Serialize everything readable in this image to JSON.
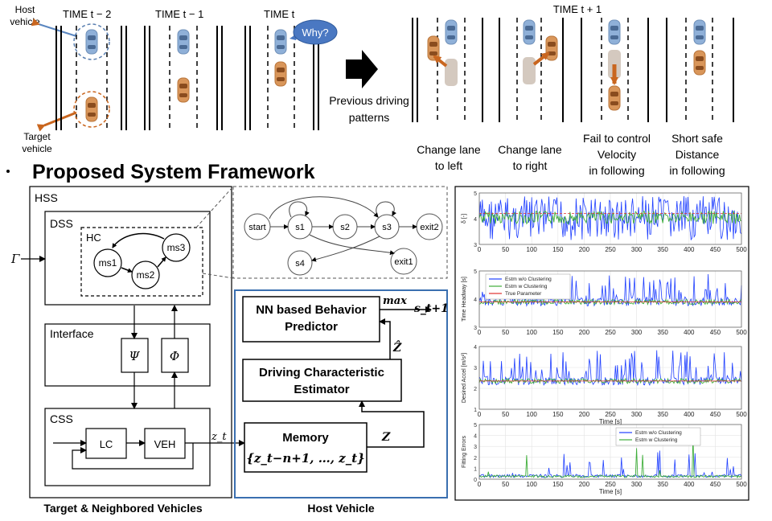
{
  "top": {
    "host_vehicle": [
      "Host",
      "vehicle"
    ],
    "target_vehicle": [
      "Target",
      "vehicle"
    ],
    "time_t_minus_2": "TIME t − 2",
    "time_t_minus_1": "TIME t − 1",
    "time_t": "TIME t",
    "why": "Why?",
    "previous_patterns": [
      "Previous driving",
      "patterns"
    ],
    "time_t_plus_1": "TIME t + 1",
    "outcomes": [
      [
        "Change lane",
        "to left"
      ],
      [
        "Change lane",
        "to right"
      ],
      [
        "Fail to control",
        "Velocity",
        "in following"
      ],
      [
        "Short safe",
        "Distance",
        "in following"
      ]
    ]
  },
  "framework_title": "Proposed System Framework",
  "left": {
    "hss": "HSS",
    "dss": "DSS",
    "hc": "HC",
    "ms1": "ms1",
    "ms2": "ms2",
    "ms3": "ms3",
    "gamma": "Γ",
    "interface": "Interface",
    "psi": "Ψ",
    "phi": "Φ",
    "css": "CSS",
    "lc": "LC",
    "veh": "VEH",
    "zt": "z_t",
    "footer": "Target & Neighbored Vehicles"
  },
  "states": {
    "start": "start",
    "s1": "s1",
    "s2": "s2",
    "s3": "s3",
    "s4": "s4",
    "exit1": "exit1",
    "exit2": "exit2"
  },
  "host": {
    "predictor": [
      "NN based Behavior",
      "Predictor"
    ],
    "max": "max",
    "s_next": "s_t+1",
    "estimator": [
      "Driving Characteristic",
      "Estimator"
    ],
    "zhat": "Ẑ",
    "memory": "Memory",
    "memory_set": "{z_t−n+1, …, z_t}",
    "z": "Z",
    "footer": "Host Vehicle"
  },
  "plots": {
    "x_ticks": [
      "0",
      "50",
      "100",
      "150",
      "200",
      "250",
      "300",
      "350",
      "400",
      "450",
      "500"
    ],
    "x_label": "Time [s]",
    "panel1": {
      "ylabel": "δ [-]",
      "yticks": [
        "5",
        "4",
        "3"
      ]
    },
    "panel2": {
      "ylabel": "Time Headway [s]",
      "yticks": [
        "5",
        "4",
        "3"
      ],
      "legend": [
        "Estm w/o Clustering",
        "Estm w Clustering",
        "True Parameter"
      ]
    },
    "panel3": {
      "ylabel": "Desired Accel [m/s²]",
      "yticks": [
        "4",
        "3",
        "2",
        "1"
      ]
    },
    "panel4": {
      "ylabel": "Fitting Errors",
      "yticks": [
        "5",
        "4",
        "3",
        "2",
        "1",
        "0"
      ],
      "legend": [
        "Estm w/o Clustering",
        "Estm w Clustering"
      ]
    },
    "colors": {
      "blue": "#1f3fff",
      "green": "#3fae3a",
      "red": "#e0322e"
    }
  }
}
